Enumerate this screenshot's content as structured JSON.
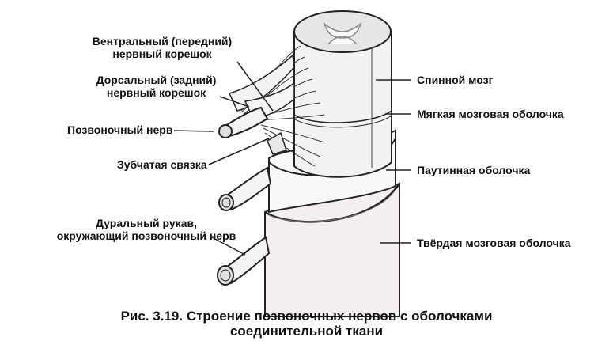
{
  "figure": {
    "caption_line1": "Рис. 3.19. Строение позвоночных нервов с оболочками",
    "caption_line2": "соединительной ткани"
  },
  "labels_left": {
    "ventral_root_1": "Вентральный (передний)",
    "ventral_root_2": "нервный корешок",
    "dorsal_root_1": "Дорсальный (задний)",
    "dorsal_root_2": "нервный корешок",
    "spinal_nerve": "Позвоночный нерв",
    "denticulate_ligament": "Зубчатая связка",
    "dural_sleeve_1": "Дуральный рукав,",
    "dural_sleeve_2": "окружающий позвоночный нерв"
  },
  "labels_right": {
    "spinal_cord": "Спинной мозг",
    "pia_mater": "Мягкая мозговая оболочка",
    "arachnoid": "Паутинная оболочка",
    "dura_mater": "Твёрдая мозговая оболочка"
  },
  "colors": {
    "line": "#222222",
    "dura_fill": "#f4eeee",
    "tissue_fill": "#f3f3f3",
    "cord_top": "#e6e6e6"
  }
}
